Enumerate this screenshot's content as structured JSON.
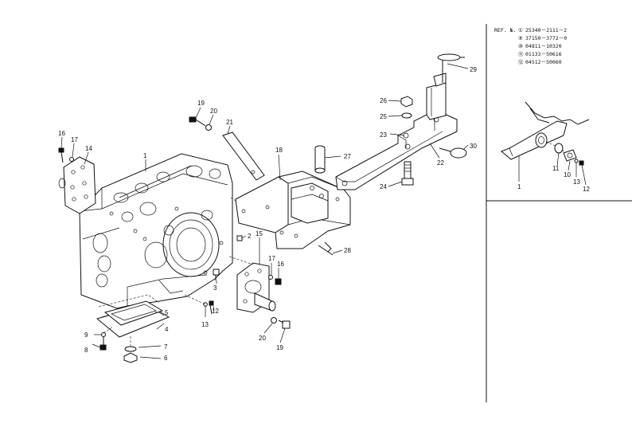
{
  "ref_table": {
    "title": "REF. №.",
    "rows": [
      {
        "mark": "①",
        "part": "25340－2111－2"
      },
      {
        "mark": "⑨",
        "part": "37150－3772－0"
      },
      {
        "mark": "⑩",
        "part": "04811－10320"
      },
      {
        "mark": "⑪",
        "part": "01133－50616"
      },
      {
        "mark": "⑫",
        "part": "04512－50060"
      }
    ]
  },
  "callouts": {
    "main": [
      "1",
      "2",
      "3",
      "4",
      "5",
      "6",
      "7",
      "8",
      "9",
      "12",
      "13",
      "14",
      "15",
      "16",
      "17",
      "16",
      "17",
      "18",
      "19",
      "20",
      "19",
      "20",
      "21",
      "22",
      "23",
      "24",
      "25",
      "26",
      "27",
      "28",
      "29",
      "30"
    ],
    "inset": [
      "1",
      "11",
      "10",
      "13",
      "12"
    ]
  },
  "colors": {
    "ink": "#111111",
    "paper": "#ffffff"
  }
}
